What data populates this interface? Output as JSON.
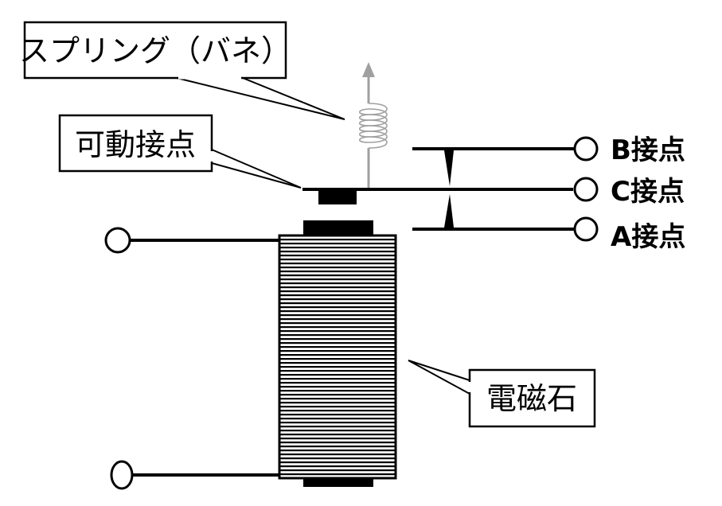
{
  "title": "Relay structure diagram",
  "labels": {
    "spring": "スプリング（バネ）",
    "movable_contact": "可動接点",
    "electromagnet": "電磁石",
    "contact_b": "B接点",
    "contact_c": "C接点",
    "contact_a": "A接点"
  },
  "colors": {
    "line": "#000000",
    "spring": "#a0a0a0",
    "background": "#ffffff"
  }
}
